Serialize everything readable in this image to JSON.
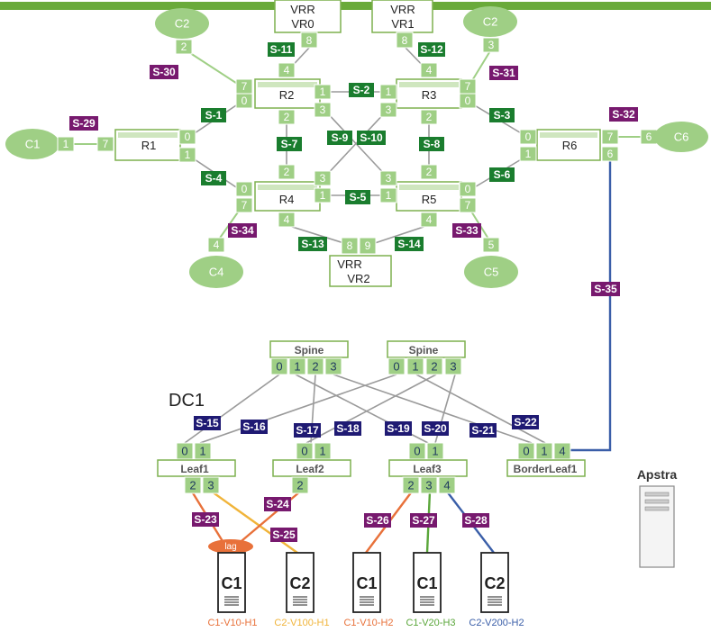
{
  "colors": {
    "green_bar": "#6aaa3a",
    "port_green": "#9fcf85",
    "segment_green": "#1a7d2e",
    "segment_purple": "#77196e",
    "segment_navy": "#1f1a73",
    "orange": "#e8713a",
    "yellow": "#f0b43a",
    "green_link": "#5aa63a",
    "blue_link": "#3a5ea8"
  },
  "routers": {
    "vr0": {
      "top": "VRR",
      "bottom": "VR0",
      "port": "8"
    },
    "vr1": {
      "top": "VRR",
      "bottom": "VR1",
      "port": "8"
    },
    "vr2": {
      "top": "VRR",
      "bottom": "VR2",
      "ports": [
        "8",
        "9"
      ]
    },
    "r1": {
      "name": "R1",
      "ports": [
        "7",
        "0",
        "1"
      ]
    },
    "r2": {
      "name": "R2",
      "ports": [
        "7",
        "0",
        "1",
        "3",
        "2",
        "4"
      ]
    },
    "r3": {
      "name": "R3",
      "ports": [
        "1",
        "3",
        "7",
        "0",
        "2",
        "4"
      ]
    },
    "r4": {
      "name": "R4",
      "ports": [
        "0",
        "7",
        "1",
        "3",
        "2",
        "4"
      ]
    },
    "r5": {
      "name": "R5",
      "ports": [
        "3",
        "1",
        "0",
        "7",
        "2",
        "4"
      ]
    },
    "r6": {
      "name": "R6",
      "ports": [
        "0",
        "1",
        "7",
        "6"
      ]
    }
  },
  "clients": {
    "c2_left": {
      "name": "C2",
      "port": "2"
    },
    "c2_right": {
      "name": "C2",
      "port": "3"
    },
    "c1": {
      "name": "C1",
      "port": "1"
    },
    "c6": {
      "name": "C6",
      "port": "6"
    },
    "c4": {
      "name": "C4",
      "port": "4"
    },
    "c5": {
      "name": "C5",
      "port": "5"
    }
  },
  "segments": {
    "s1": "S-1",
    "s2": "S-2",
    "s3": "S-3",
    "s4": "S-4",
    "s5": "S-5",
    "s6": "S-6",
    "s7": "S-7",
    "s8": "S-8",
    "s9": "S-9",
    "s10": "S-10",
    "s11": "S-11",
    "s12": "S-12",
    "s13": "S-13",
    "s14": "S-14",
    "s15": "S-15",
    "s16": "S-16",
    "s17": "S-17",
    "s18": "S-18",
    "s19": "S-19",
    "s20": "S-20",
    "s21": "S-21",
    "s22": "S-22",
    "s23": "S-23",
    "s24": "S-24",
    "s25": "S-25",
    "s26": "S-26",
    "s27": "S-27",
    "s28": "S-28",
    "s29": "S-29",
    "s30": "S-30",
    "s31": "S-31",
    "s32": "S-32",
    "s33": "S-33",
    "s34": "S-34",
    "s35": "S-35"
  },
  "dc1": {
    "title": "DC1",
    "spine_left": {
      "name": "Spine",
      "ports": [
        "0",
        "1",
        "2",
        "3"
      ]
    },
    "spine_right": {
      "name": "Spine",
      "ports": [
        "0",
        "1",
        "2",
        "3"
      ]
    },
    "leaf1": {
      "name": "Leaf1",
      "ports": [
        "0",
        "1",
        "2",
        "3"
      ]
    },
    "leaf2": {
      "name": "Leaf2",
      "ports": [
        "0",
        "1",
        "2"
      ]
    },
    "leaf3": {
      "name": "Leaf3",
      "ports": [
        "0",
        "1",
        "2",
        "3",
        "4"
      ]
    },
    "border_leaf": {
      "name": "BorderLeaf1",
      "ports": [
        "0",
        "1",
        "4"
      ]
    },
    "lag": "lag",
    "hosts": [
      {
        "name": "C1",
        "caption": "C1-V10-H1"
      },
      {
        "name": "C2",
        "caption": "C2-V100-H1"
      },
      {
        "name": "C1",
        "caption": "C1-V10-H2"
      },
      {
        "name": "C1",
        "caption": "C1-V20-H3"
      },
      {
        "name": "C2",
        "caption": "C2-V200-H2"
      }
    ]
  },
  "apstra": "Apstra"
}
